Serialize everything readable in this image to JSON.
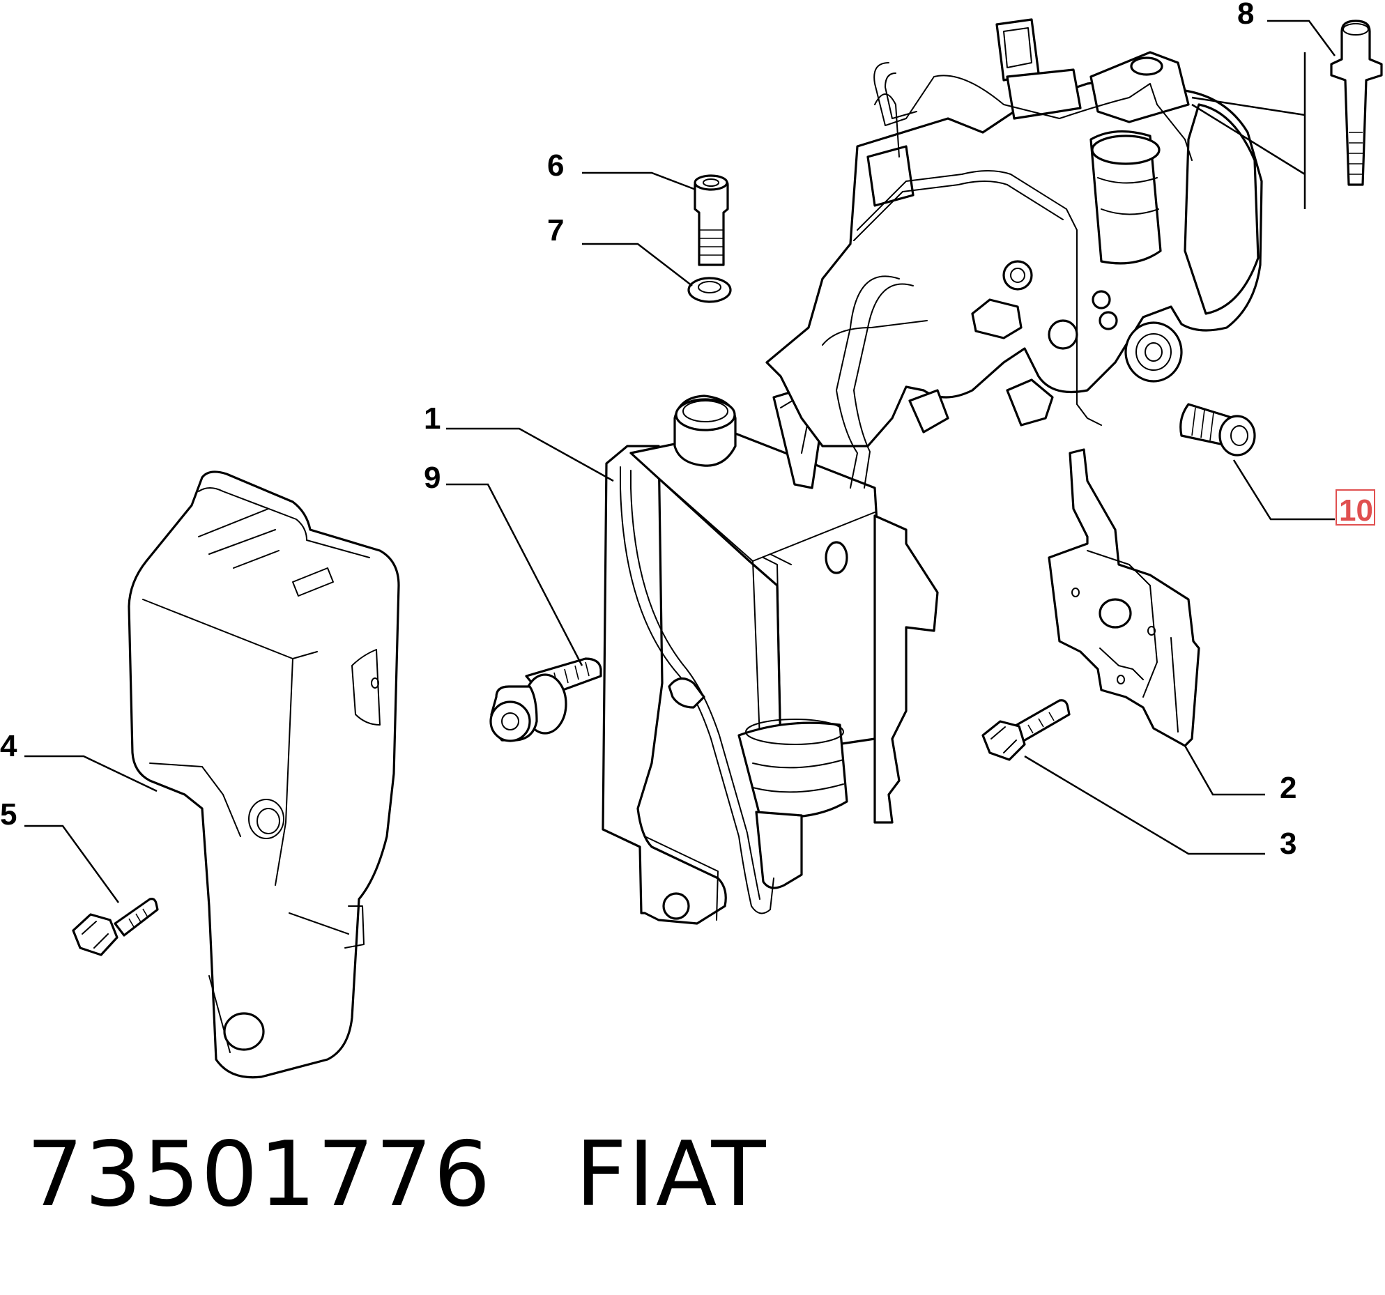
{
  "callouts": {
    "c1": "1",
    "c2": "2",
    "c3": "3",
    "c4": "4",
    "c5": "5",
    "c6": "6",
    "c7": "7",
    "c8": "8",
    "c9": "9",
    "c10": "10"
  },
  "highlight_color": "#e05050",
  "footer": {
    "part_number": "73501776",
    "brand": "FIAT"
  }
}
